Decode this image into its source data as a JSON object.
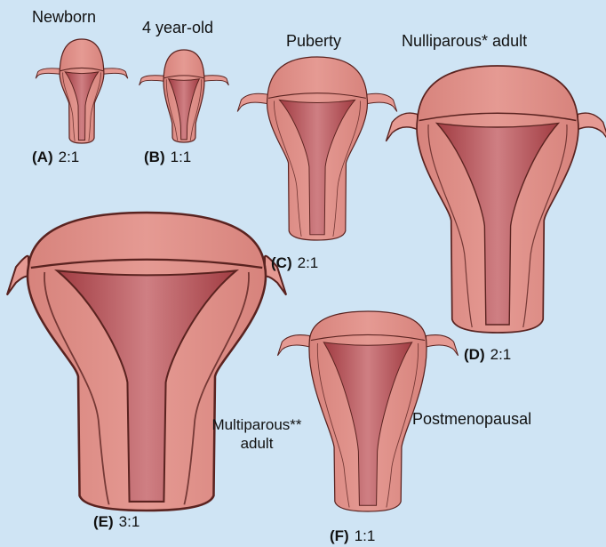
{
  "colors": {
    "background": "#cfe4f4",
    "body_fill": "#e59a93",
    "body_stroke": "#5a2320",
    "cavity_fill": "#a13c42",
    "cavity_highlight": "#cf7f83"
  },
  "figures": [
    {
      "id": "A",
      "title": "Newborn",
      "letter": "(A)",
      "ratio": "2:1"
    },
    {
      "id": "B",
      "title": "4 year-old",
      "letter": "(B)",
      "ratio": "1:1"
    },
    {
      "id": "C",
      "title": "Puberty",
      "letter": "(C)",
      "ratio": "2:1"
    },
    {
      "id": "D",
      "title": "Nulliparous* adult",
      "letter": "(D)",
      "ratio": "2:1"
    },
    {
      "id": "E",
      "title_line1": "Multiparous**",
      "title_line2": "adult",
      "letter": "(E)",
      "ratio": "3:1"
    },
    {
      "id": "F",
      "title": "Postmenopausal",
      "letter": "(F)",
      "ratio": "1:1"
    }
  ]
}
